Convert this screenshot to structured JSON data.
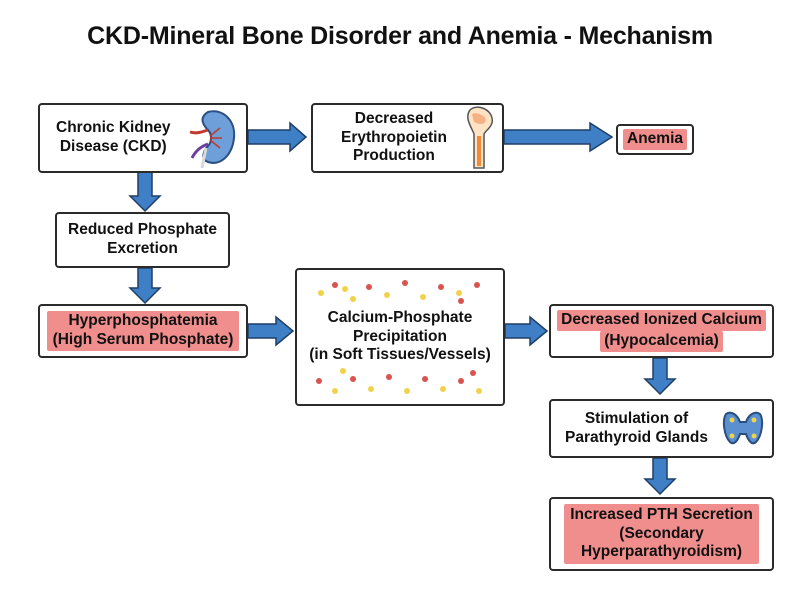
{
  "title": "CKD-Mineral Bone Disorder and Anemia - Mechanism",
  "nodes": {
    "ckd": [
      "Chronic Kidney",
      "Disease (CKD)"
    ],
    "epo": [
      "Decreased",
      "Erythropoietin",
      "Production"
    ],
    "anemia": "Anemia",
    "phosphate_excretion": [
      "Reduced Phosphate",
      "Excretion"
    ],
    "hyperphosphatemia": [
      "Hyperphosphatemia",
      "(High Serum Phosphate)"
    ],
    "precipitation": [
      "Calcium-Phosphate",
      "Precipitation",
      "(in Soft Tissues/Vessels)"
    ],
    "hypocalcemia": [
      "Decreased Ionized Calcium",
      "(Hypocalcemia)"
    ],
    "parathyroid": [
      "Stimulation of",
      "Parathyroid Glands"
    ],
    "pth": [
      "Increased PTH Secretion",
      "(Secondary",
      "Hyperparathyroidism)"
    ]
  },
  "colors": {
    "highlight": "#f08e8e",
    "arrow": "#3f7fc6",
    "arrow_outline": "#1f3f66",
    "dot_red": "#d9534f",
    "dot_yellow": "#f2d24b"
  },
  "icons": {
    "ckd": "kidney-icon",
    "epo": "bone-icon",
    "parathyroid": "parathyroid-gland-icon"
  }
}
